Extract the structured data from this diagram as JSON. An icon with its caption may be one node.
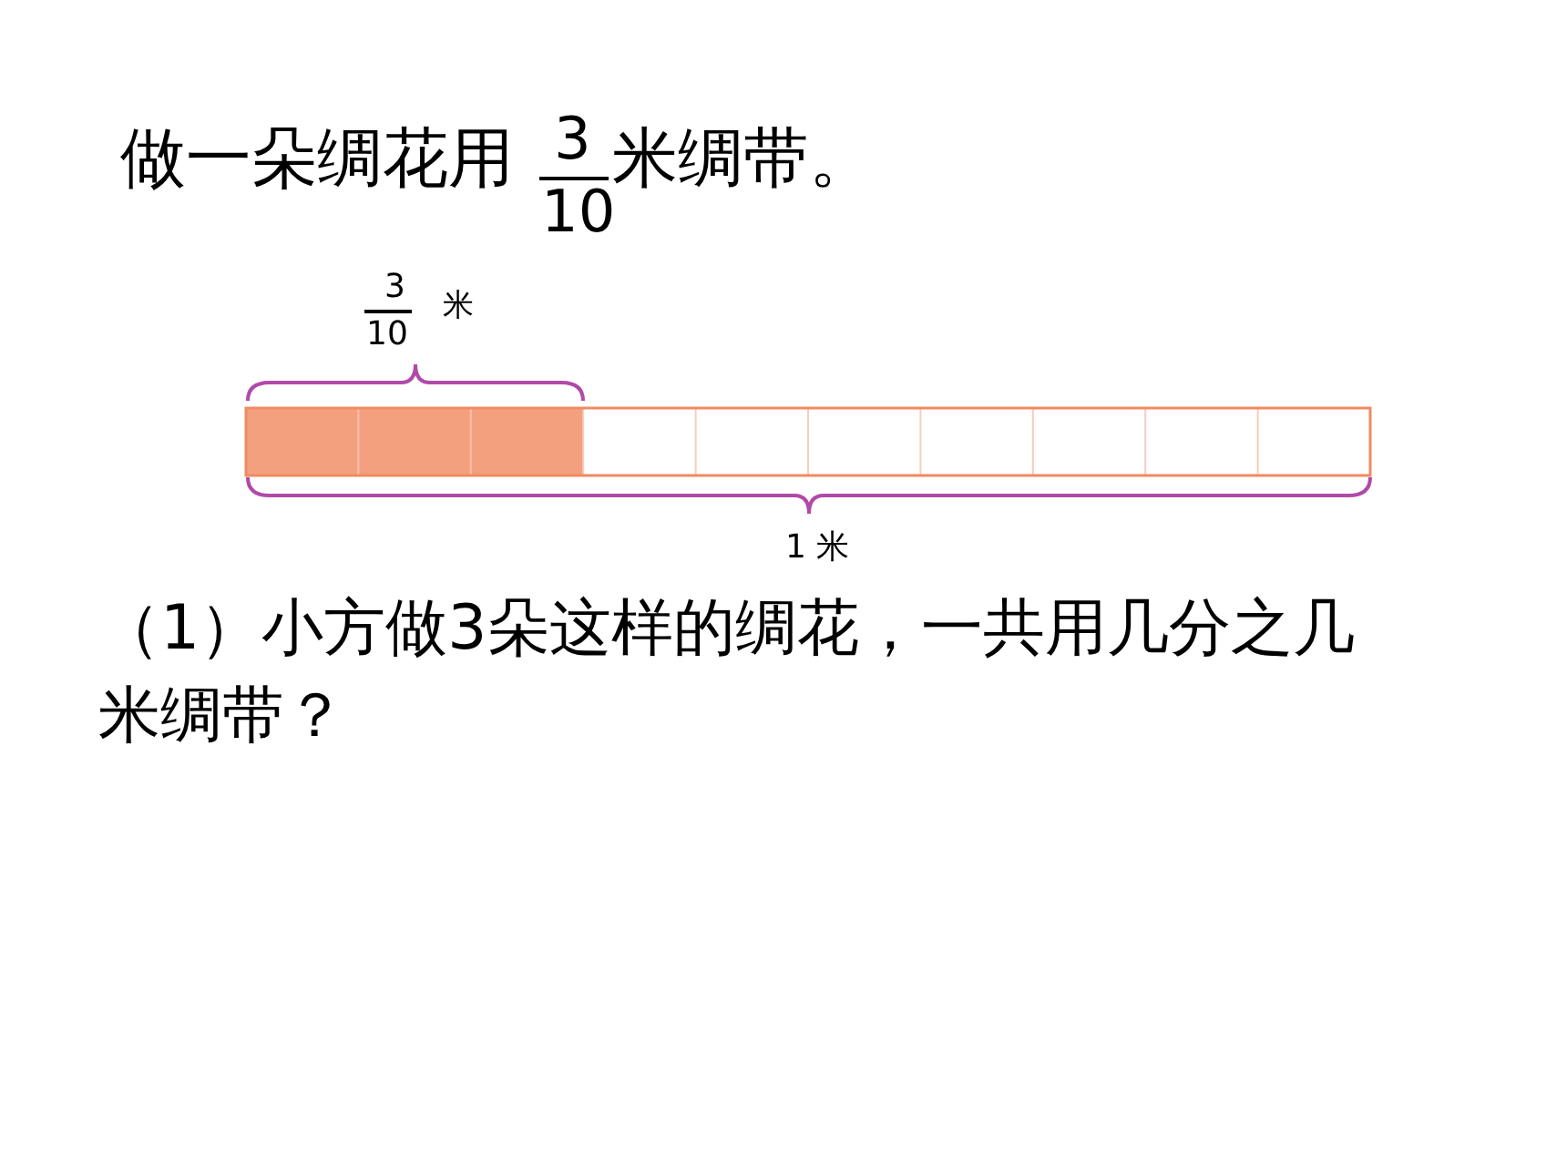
{
  "diagram": {
    "labels": [
      "做一朵绸花用",
      "3",
      "10",
      "米绸带。",
      "3",
      "10",
      "米",
      "1 米",
      "（1）小方做3朵这样的绸花，一共用几分之几米绸带？"
    ]
  }
}
